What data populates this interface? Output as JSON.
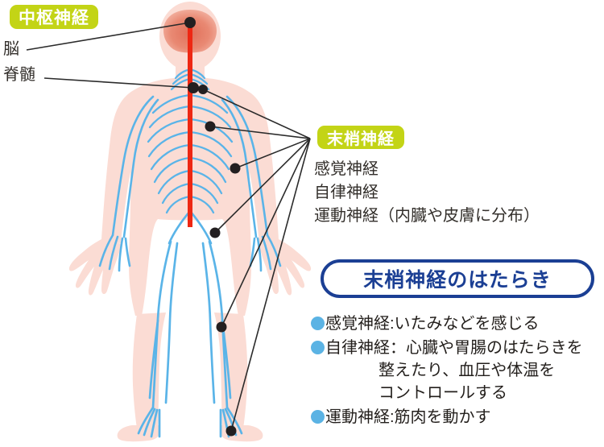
{
  "diagram": {
    "title_central": "中枢神経",
    "title_peripheral": "末梢神経",
    "central_parts": [
      {
        "label": "脳"
      },
      {
        "label": "脊髄"
      }
    ],
    "peripheral_parts": [
      {
        "label": "感覚神経"
      },
      {
        "label": "自律神経"
      },
      {
        "label": "運動神経（内臓や皮膚に分布）"
      }
    ]
  },
  "function_box": {
    "title": "末梢神経のはたらき",
    "items": [
      {
        "lines": [
          "感覚神経:いたみなどを感じる"
        ]
      },
      {
        "lines": [
          "自律神経：心臓や胃腸のはたらきを",
          "整えたり、血圧や体温を",
          "コントロールする"
        ]
      },
      {
        "lines": [
          "運動神経:筋肉を動かす"
        ]
      }
    ]
  },
  "colors": {
    "tag_green": "#c3d416",
    "box_blue": "#1b3f94",
    "bullet_blue": "#5bb3e4",
    "body_pink": "#fbdcd4",
    "brain_red": "#ea8370",
    "spinal_red": "#ee2712",
    "nerve_blue": "#5ab4e8",
    "text_dark": "#332f2b"
  }
}
